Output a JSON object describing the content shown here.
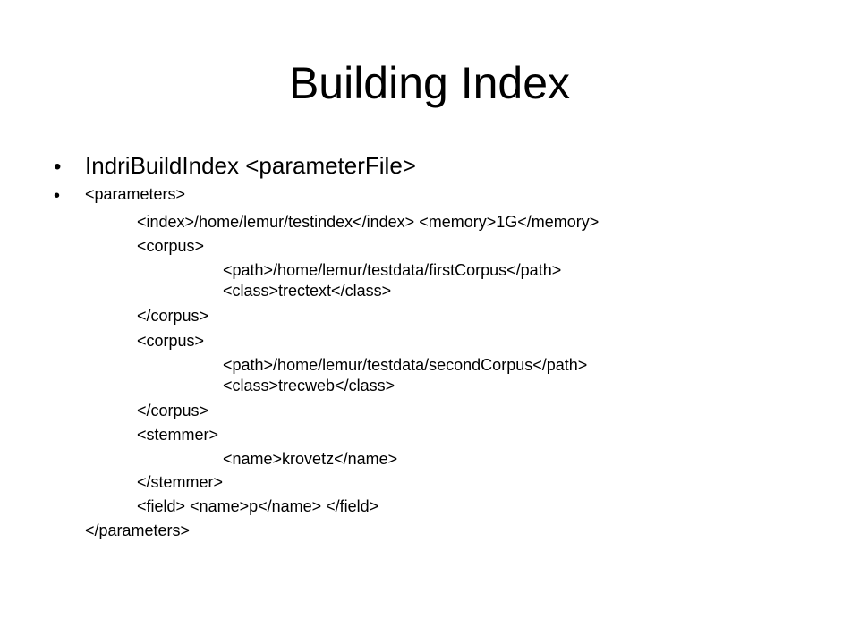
{
  "slide": {
    "title": "Building Index",
    "bullets": [
      {
        "marker": "•",
        "text": "IndriBuildIndex  <parameterFile>"
      },
      {
        "marker": "•",
        "text": "<parameters>"
      }
    ],
    "lines": [
      "<index>/home/lemur/testindex</index> <memory>1G</memory>",
      "<corpus>",
      "<path>/home/lemur/testdata/firstCorpus</path>",
      "<class>trectext</class>",
      "</corpus>",
      "<corpus>",
      "<path>/home/lemur/testdata/secondCorpus</path>",
      "<class>trecweb</class>",
      "</corpus>",
      " <stemmer>",
      "<name>krovetz</name>",
      "</stemmer>",
      "<field> <name>p</name> </field>",
      "</parameters>"
    ]
  }
}
